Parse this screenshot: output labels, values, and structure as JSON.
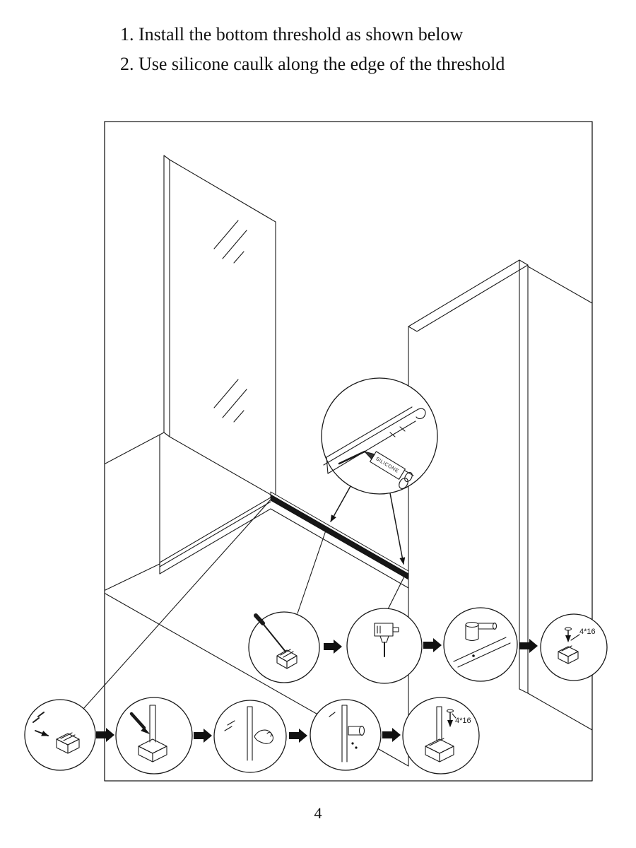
{
  "instructions": {
    "items": [
      {
        "text": "1. Install the bottom threshold as shown below"
      },
      {
        "text": "2. Use silicone caulk along the edge of the threshold"
      }
    ]
  },
  "diagram": {
    "caulk_label": "SILICONE",
    "screw_label_middle": "4*16",
    "screw_label_bottom": "4*16"
  },
  "page": {
    "number": "4"
  },
  "colors": {
    "line": "#1a1a1a",
    "threshold": "#161616",
    "background": "#ffffff"
  }
}
